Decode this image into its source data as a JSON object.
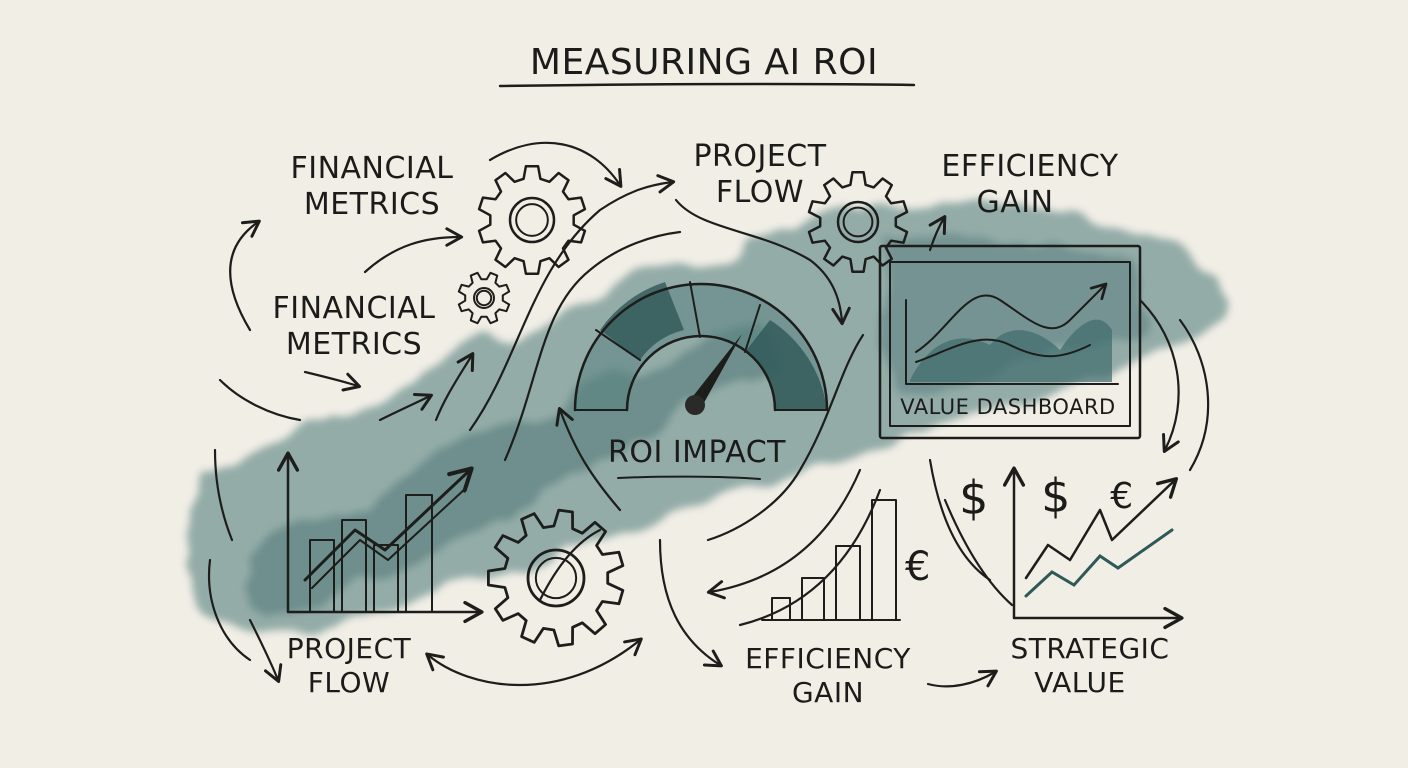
{
  "title": "MEASURING AI ROI",
  "labels": {
    "financial_metrics_top": [
      "FINANCIAL",
      "METRICS"
    ],
    "financial_metrics_mid": [
      "FINANCIAL",
      "METRICS"
    ],
    "project_flow_top": [
      "PROJECT",
      "FLOW"
    ],
    "project_flow_bottom": [
      "PROJECT",
      "FLOW"
    ],
    "efficiency_gain_top": [
      "EFFICIENCY",
      "GAIN"
    ],
    "efficiency_gain_bottom": [
      "EFFICIENCY",
      "GAIN"
    ],
    "roi_impact": "ROI IMPACT",
    "value_dashboard": "VALUE DASHBOARD",
    "strategic_value": [
      "STRATEGIC",
      "VALUE"
    ]
  },
  "currency_symbols": {
    "dollar_left": "$",
    "dollar_right": "$",
    "euro_bars": "€",
    "euro_right": "€"
  },
  "colors": {
    "paper": "#f1eee6",
    "ink": "#1d1d1b",
    "watercolor": "#3f6b6c"
  }
}
